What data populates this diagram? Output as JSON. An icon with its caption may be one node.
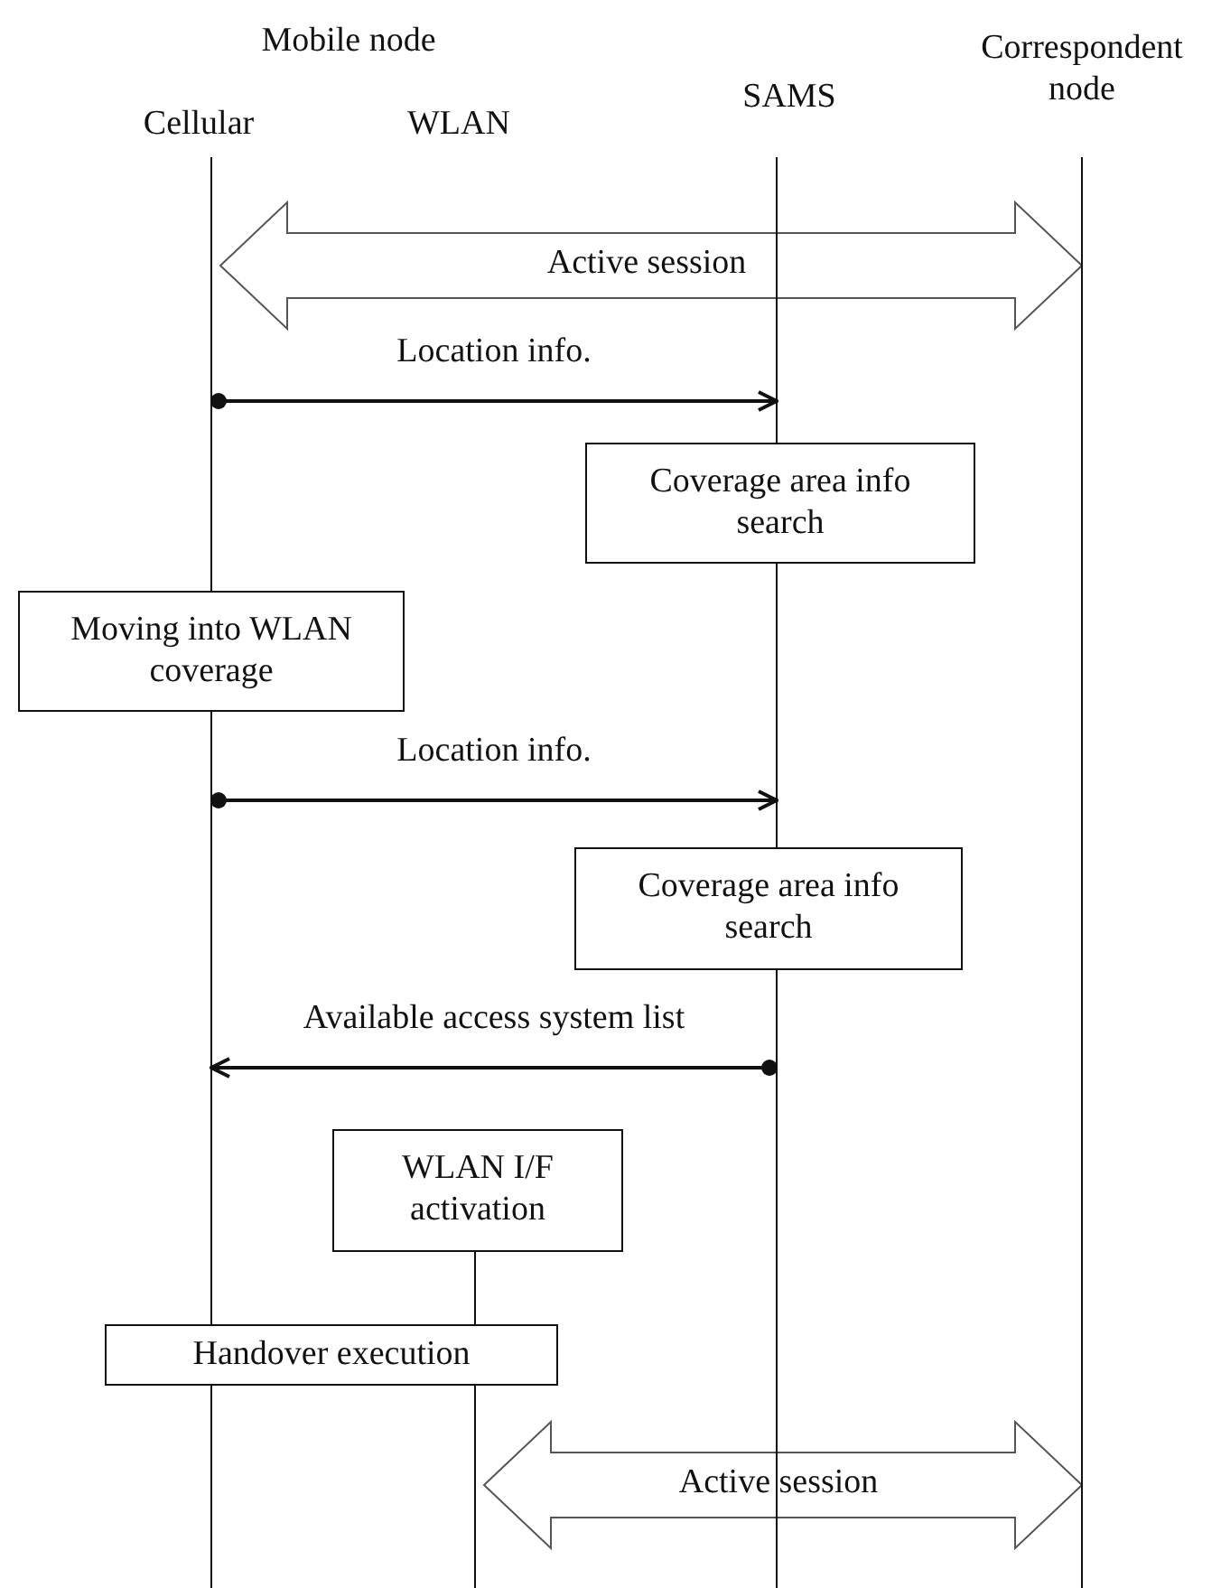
{
  "diagram": {
    "nodes": [
      {
        "text": [
          "Cellular"
        ]
      },
      {
        "text": [
          "WLAN"
        ]
      },
      {
        "text": [
          "SAMS"
        ]
      },
      {
        "text": [
          "Correspondent node"
        ]
      },
      {
        "text": [
          "Coverage area info search"
        ]
      },
      {
        "text": [
          "Moving into WLAN coverage"
        ]
      },
      {
        "text": [
          "Coverage area info search"
        ]
      },
      {
        "text": [
          "WLAN I/F activation"
        ]
      },
      {
        "text": [
          "Handover execution"
        ]
      }
    ],
    "edges": [
      {
        "from": 0,
        "to": 3,
        "arrow": "both",
        "label": "Active session",
        "style": "thick"
      },
      {
        "from": 0,
        "to": 2,
        "arrow": "to",
        "label": "Location info."
      },
      {
        "from": 0,
        "to": 2,
        "arrow": "to",
        "label": "Location info."
      },
      {
        "from": 2,
        "to": 0,
        "arrow": "to",
        "label": "Available access system list"
      },
      {
        "from": null,
        "to": 3,
        "arrow": "both",
        "label": "Active session",
        "style": "thick"
      }
    ],
    "labels": [
      "Mobile node"
    ]
  }
}
